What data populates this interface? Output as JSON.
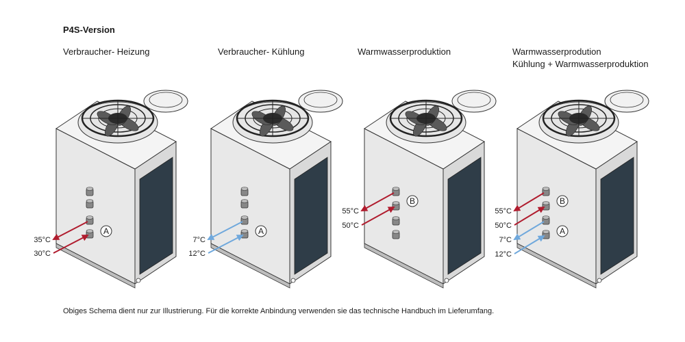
{
  "version_title": "P4S-Version",
  "columns": [
    {
      "title_lines": [
        "Verbraucher- Heizung"
      ],
      "pipes": [
        {
          "label": "35°C",
          "kind": "heat"
        },
        {
          "label": "30°C",
          "kind": "heat"
        }
      ],
      "circuits": [
        "A"
      ]
    },
    {
      "title_lines": [
        "Verbraucher- Kühlung"
      ],
      "pipes": [
        {
          "label": "7°C",
          "kind": "cold"
        },
        {
          "label": "12°C",
          "kind": "cold"
        }
      ],
      "circuits": [
        "A"
      ]
    },
    {
      "title_lines": [
        "Warmwasserproduktion"
      ],
      "pipes": [
        {
          "label": "55°C",
          "kind": "heat"
        },
        {
          "label": "50°C",
          "kind": "heat"
        }
      ],
      "circuits": [
        "B"
      ]
    },
    {
      "title_lines": [
        "Warmwasserprodution",
        "Kühlung + Warmwasserproduktion"
      ],
      "pipes": [
        {
          "label": "55°C",
          "kind": "heat"
        },
        {
          "label": "50°C",
          "kind": "heat"
        },
        {
          "label": "7°C",
          "kind": "cold"
        },
        {
          "label": "12°C",
          "kind": "cold"
        }
      ],
      "circuits": [
        "B",
        "A"
      ]
    }
  ],
  "footnote": "Obiges Schema dient nur zur Illustrierung. Für die korrekte Anbindung verwenden sie das technische Handbuch im Lieferumfang.",
  "colors": {
    "heat": "#b01c2e",
    "cold": "#6fa8dc",
    "panel": "#2f3d48",
    "body": "#e8e8e8"
  }
}
